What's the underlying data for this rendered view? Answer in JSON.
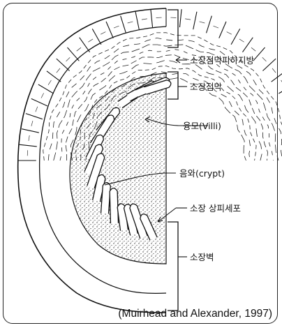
{
  "labels": {
    "submucosa": "소장점막피하지방",
    "mucosa": "소장점막",
    "villi": "융모(Villi)",
    "crypt": "음와(crypt)",
    "epithelium": "소장 상피세포",
    "wall": "소장벽"
  },
  "citation": "(Muirhead and Alexander, 1997)",
  "colors": {
    "ink": "#111111",
    "stipple": "#333333"
  }
}
